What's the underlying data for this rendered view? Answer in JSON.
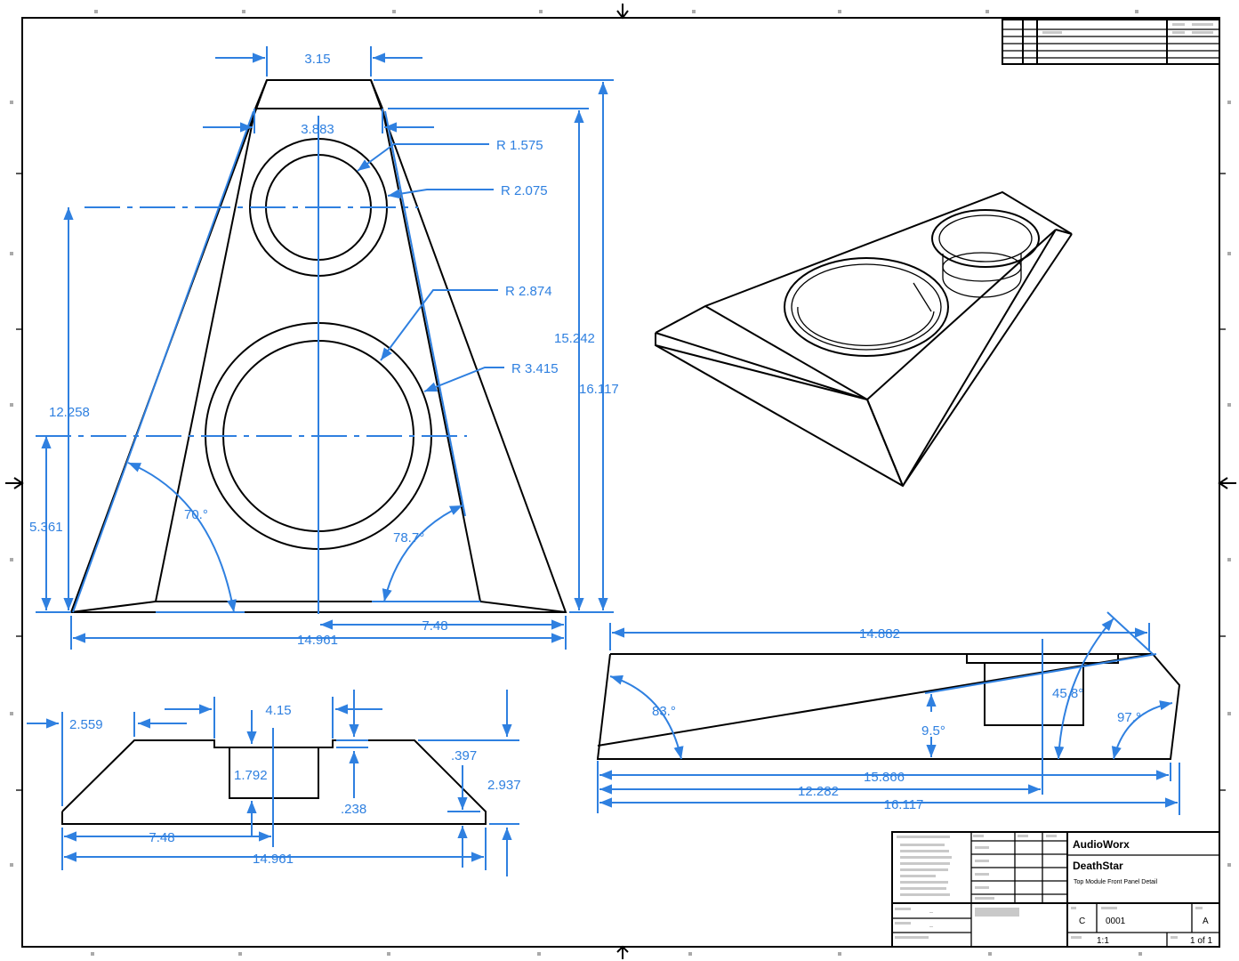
{
  "drawing": {
    "title_block": {
      "company": "AudioWorx",
      "project": "DeathStar",
      "description": "Top Module Front Panel Detail",
      "size": "C",
      "drawing_number": "0001",
      "revision": "A",
      "scale": "1:1",
      "sheet": "1 of 1"
    },
    "front_view": {
      "dims": {
        "top_width": "3.15",
        "inner_width": "3.883",
        "r_small_hole": "R 1.575",
        "r_small_ring": "R 2.075",
        "r_large_hole": "R 2.874",
        "r_large_ring": "R 3.415",
        "small_center_height": "12.258",
        "large_center_height": "5.361",
        "inner_height": "15.242",
        "total_height": "16.117",
        "left_angle": "70.°",
        "right_angle": "78.7°",
        "half_width": "7.48",
        "bottom_width": "14.961"
      }
    },
    "bottom_view": {
      "dims": {
        "left_offset": "2.559",
        "cup_width": "4.15",
        "cup_depth": "1.792",
        "rim_thickness": ".397",
        "lip_height": ".238",
        "total_height": "2.937",
        "half_width": "7.48",
        "bottom_width": "14.961"
      }
    },
    "side_view": {
      "dims": {
        "top_length": "14.882",
        "left_angle": "83.°",
        "slope_angle": "9.5°",
        "top_angle": "45.8°",
        "right_angle": "97.°",
        "bottom_length": "15.866",
        "cup_position": "12.282",
        "total_length": "16.117"
      }
    }
  }
}
